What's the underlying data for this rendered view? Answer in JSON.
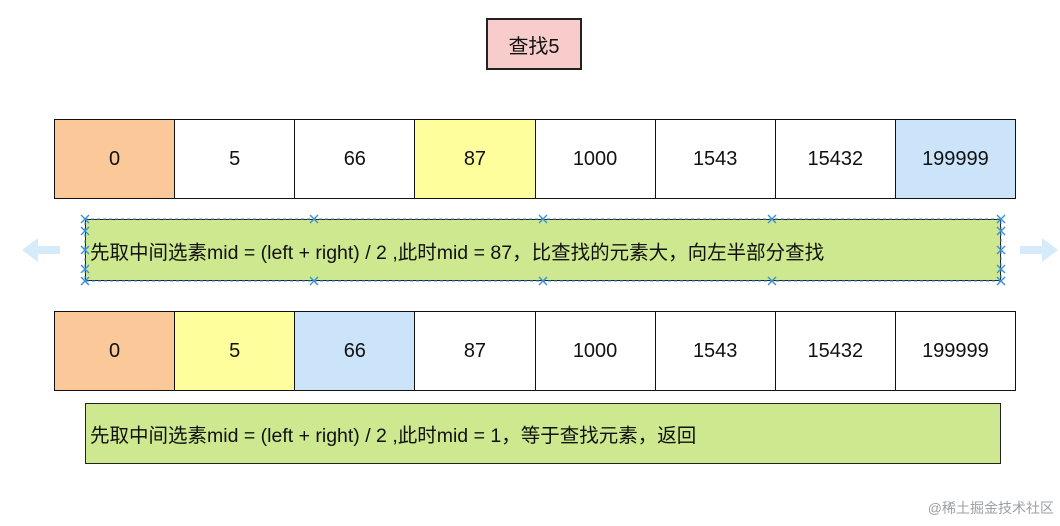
{
  "title": "查找5",
  "colors": {
    "title_bg": "#f9cccc",
    "note_bg": "#cde88e",
    "orange": "#fbc89a",
    "yellow": "#fefe9c",
    "blue": "#cbe4f9",
    "white": "#ffffff",
    "handle": "#3b8fd6",
    "arrow": "#d6ebfa"
  },
  "rows": [
    {
      "cells": [
        {
          "value": "0",
          "color": "#fbc89a"
        },
        {
          "value": "5",
          "color": "#ffffff"
        },
        {
          "value": "66",
          "color": "#ffffff"
        },
        {
          "value": "87",
          "color": "#fefe9c"
        },
        {
          "value": "1000",
          "color": "#ffffff"
        },
        {
          "value": "1543",
          "color": "#ffffff"
        },
        {
          "value": "15432",
          "color": "#ffffff"
        },
        {
          "value": "199999",
          "color": "#cbe4f9"
        }
      ]
    },
    {
      "cells": [
        {
          "value": "0",
          "color": "#fbc89a"
        },
        {
          "value": "5",
          "color": "#fefe9c"
        },
        {
          "value": "66",
          "color": "#cbe4f9"
        },
        {
          "value": "87",
          "color": "#ffffff"
        },
        {
          "value": "1000",
          "color": "#ffffff"
        },
        {
          "value": "1543",
          "color": "#ffffff"
        },
        {
          "value": "15432",
          "color": "#ffffff"
        },
        {
          "value": "199999",
          "color": "#ffffff"
        }
      ]
    }
  ],
  "notes": [
    "先取中间选素mid = (left + right) / 2 ,此时mid = 87，比查找的元素大，向左半部分查找",
    "先取中间选素mid = (left + right) / 2 ,此时mid = 1，等于查找元素，返回"
  ],
  "watermark": "@稀土掘金技术社区"
}
